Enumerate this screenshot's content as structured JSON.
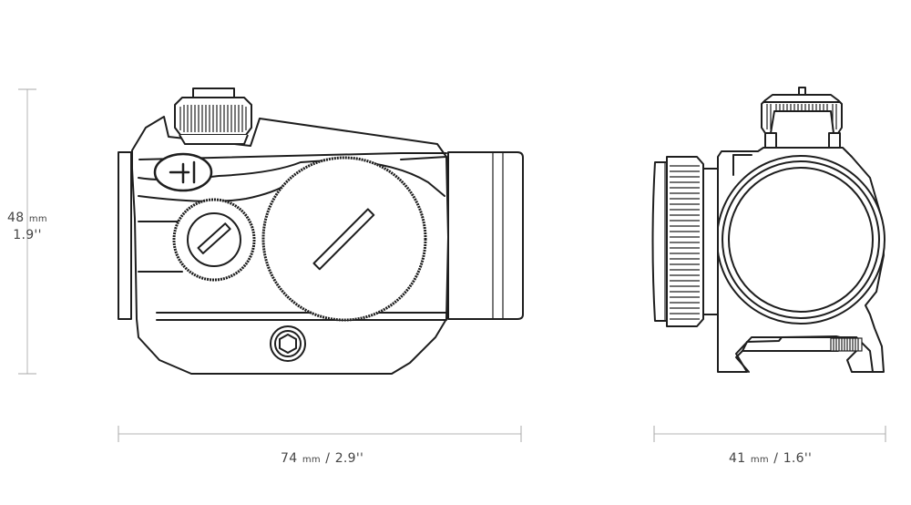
{
  "diagram": {
    "type": "technical-dimension-drawing",
    "subject": "red dot sight",
    "views": [
      {
        "name": "side-view",
        "parts": [
          "windage-turret",
          "reticle-button",
          "elevation-turret",
          "battery-cap",
          "hex-mount-screw",
          "front-lens-hood",
          "rear-lens-hood"
        ]
      },
      {
        "name": "front-view",
        "parts": [
          "top-turret",
          "objective-lens",
          "knurled-ring",
          "picatinny-mount",
          "clamp-screw"
        ]
      }
    ],
    "colors": {
      "line": "#1e1e1e",
      "dimension_line": "#b5b5b5",
      "label_text": "#444444",
      "background": "#ffffff"
    }
  },
  "dimensions": {
    "height": {
      "value": "48",
      "unit": "mm",
      "imperial": "1.9''"
    },
    "length": {
      "value": "74",
      "unit": "mm",
      "separator": "/",
      "imperial": "2.9''"
    },
    "width": {
      "value": "41",
      "unit": "mm",
      "separator": "/",
      "imperial": "1.6''"
    }
  },
  "icons": {
    "reticle_button": "crosshair-plus-bar-icon"
  }
}
